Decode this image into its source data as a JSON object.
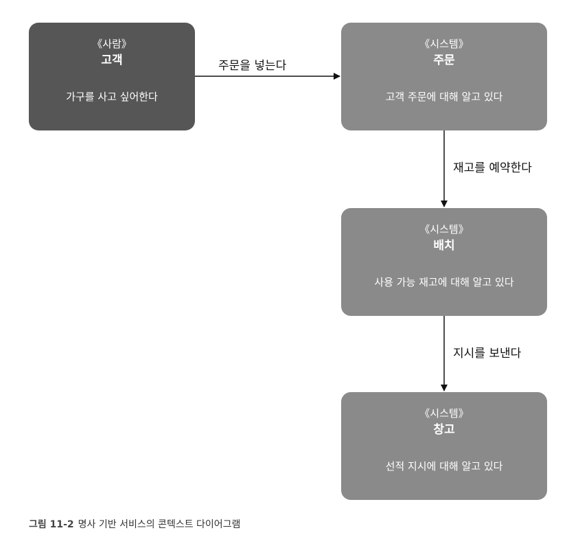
{
  "nodes": [
    {
      "stereotype": "《사람》",
      "title": "고객",
      "description": "가구를 사고 싶어한다"
    },
    {
      "stereotype": "《시스템》",
      "title": "주문",
      "description": "고객 주문에 대해 알고 있다"
    },
    {
      "stereotype": "《시스템》",
      "title": "배치",
      "description": "사용 가능 재고에 대해 알고 있다"
    },
    {
      "stereotype": "《시스템》",
      "title": "창고",
      "description": "선적 지시에 대해 알고 있다"
    }
  ],
  "edges": [
    {
      "label": "주문을 넣는다"
    },
    {
      "label": "재고를 예약한다"
    },
    {
      "label": "지시를 보낸다"
    }
  ],
  "caption": {
    "figure_label": "그림 11-2",
    "text": "명사 기반 서비스의 콘텍스트 다이어그램"
  },
  "colors": {
    "person_box": "#565656",
    "system_box": "#8a8a8a",
    "arrow": "#111111"
  }
}
